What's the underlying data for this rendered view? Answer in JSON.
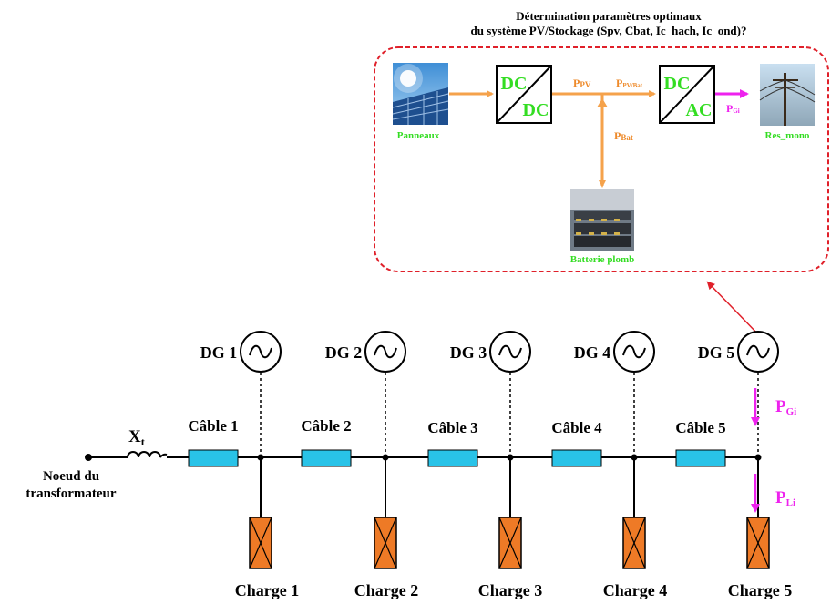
{
  "title": {
    "line1": "Détermination paramètres optimaux",
    "line2": "du système PV/Stockage (Spv, Cbat, Ic_hach, Ic_ond)?"
  },
  "pv_system": {
    "panels_label": "Panneaux",
    "dcdc_top": "DC",
    "dcdc_bottom": "DC",
    "dcac_top": "DC",
    "dcac_bottom": "AC",
    "p_pv": "P",
    "p_pv_sub": "PV",
    "p_pvbat": "P",
    "p_pvbat_sub": "PV/Bat",
    "p_bat": "P",
    "p_bat_sub": "Bat",
    "p_gi": "P",
    "p_gi_sub": "Gi",
    "grid_label": "Res_mono",
    "battery_label": "Batterie plomb"
  },
  "network": {
    "source_label_1": "Noeud du",
    "source_label_2": "transformateur",
    "xt": "X",
    "xt_sub": "t",
    "generators": [
      "DG 1",
      "DG 2",
      "DG 3",
      "DG 4",
      "DG 5"
    ],
    "cables": [
      "Câble 1",
      "Câble 2",
      "Câble 3",
      "Câble 4",
      "Câble 5"
    ],
    "loads": [
      "Charge 1",
      "Charge 2",
      "Charge 3",
      "Charge 4",
      "Charge 5"
    ],
    "p_gi": "P",
    "p_gi_sub": "Gi",
    "p_li": "P",
    "p_li_sub": "Li"
  },
  "colors": {
    "cable": "#29c3e8",
    "load": "#ee7a26",
    "pv_flow": "#f5a24b",
    "pv_text": "#ee8a2a",
    "label_green": "#33dd22",
    "magenta": "#ee22ee",
    "boundary": "#e0202a"
  }
}
